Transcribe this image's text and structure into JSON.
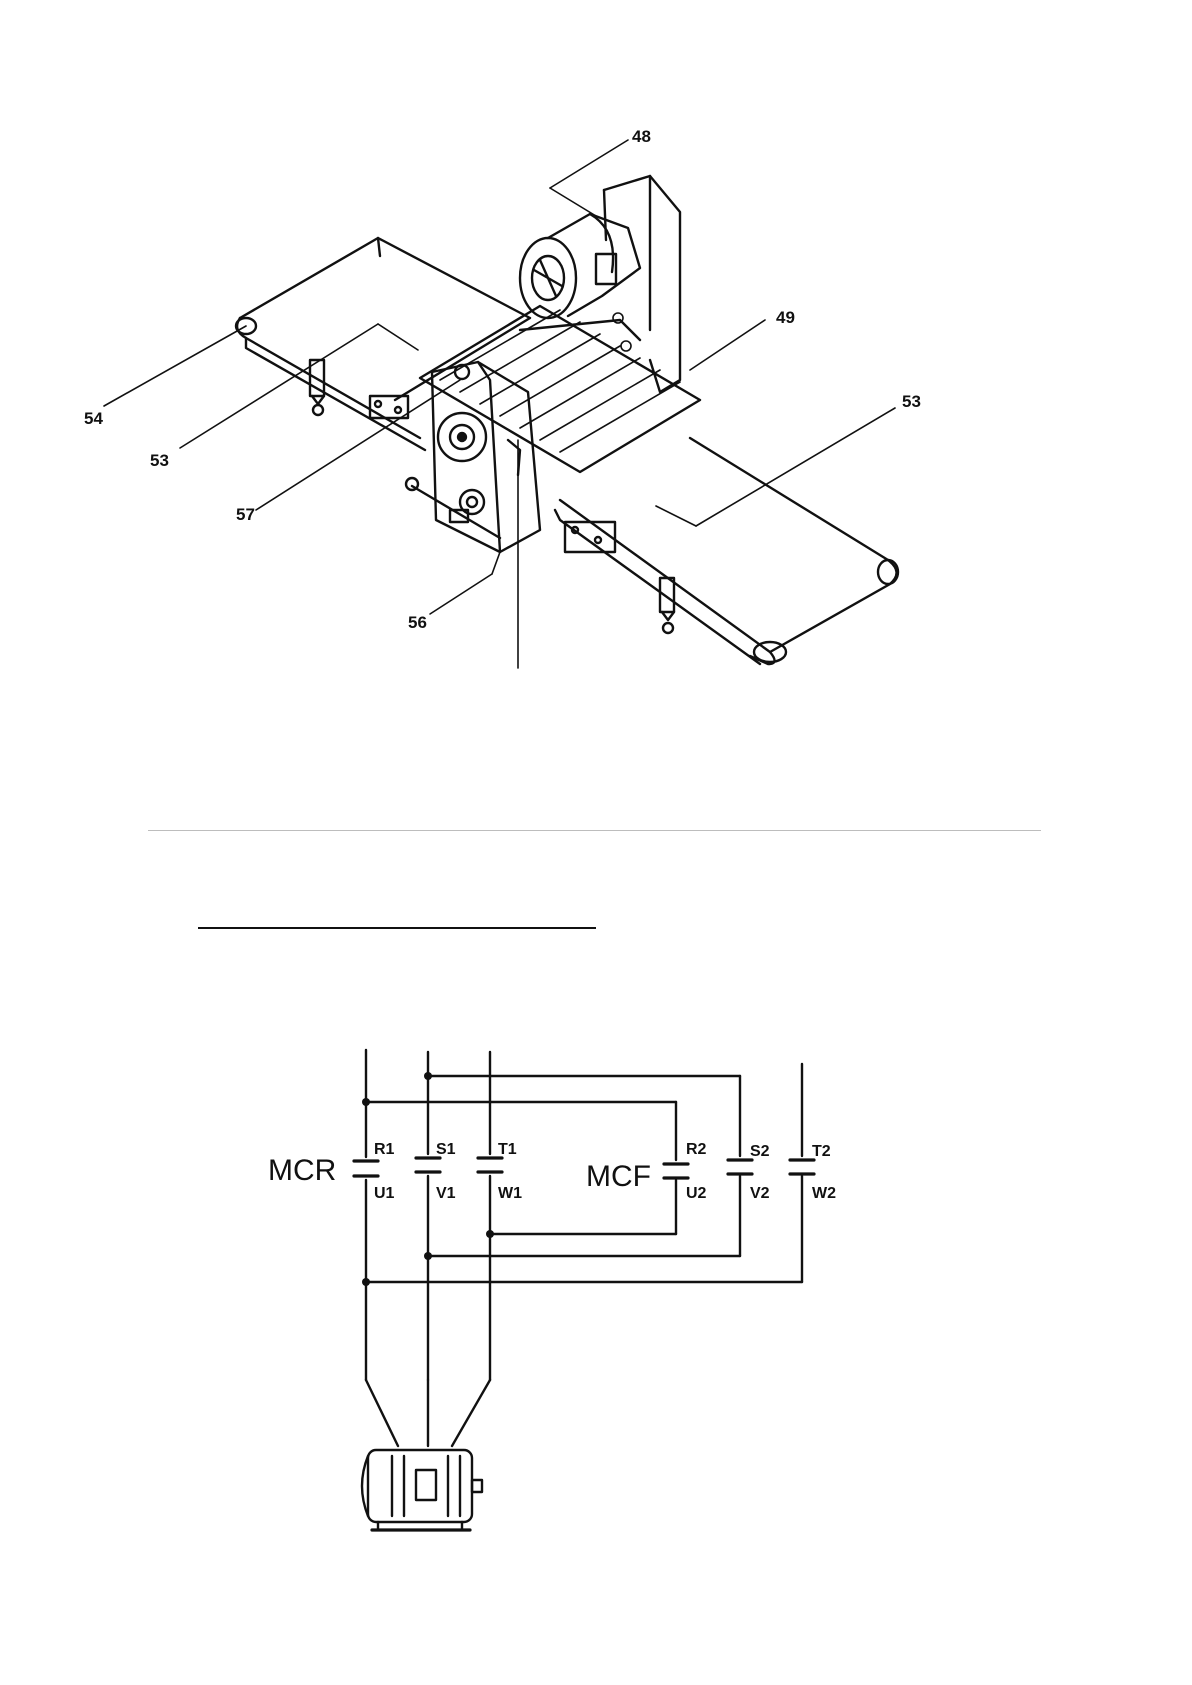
{
  "machine": {
    "callouts": [
      "48",
      "49",
      "53",
      "53",
      "54",
      "57",
      "56"
    ]
  },
  "wiring": {
    "contactor_left": "MCR",
    "contactor_right": "MCF",
    "terminals_top": [
      "R1",
      "S1",
      "T1",
      "R2",
      "S2",
      "T2"
    ],
    "terminals_bottom": [
      "U1",
      "V1",
      "W1",
      "U2",
      "V2",
      "W2"
    ]
  }
}
